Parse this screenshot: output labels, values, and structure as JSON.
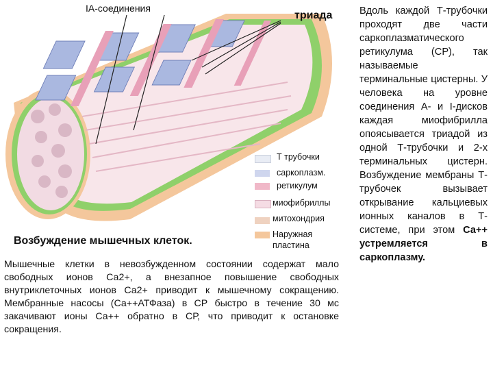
{
  "diagram": {
    "label_ia": "IA-соединения",
    "label_triad": "триада"
  },
  "legend": [
    {
      "text": "Т трубочки",
      "color": "#e9edf5"
    },
    {
      "text": "саркоплазм.",
      "color": "#cfd6ee"
    },
    {
      "text": "ретикулум",
      "color": "#f0b8c8"
    },
    {
      "text": "миофибриллы",
      "color": "#f5dce4"
    },
    {
      "text": "митохондрия",
      "color": "#efd2c0"
    },
    {
      "text": "Наружная",
      "color": "#f4c79c"
    },
    {
      "text": "пластина",
      "color": "#f4c79c"
    }
  ],
  "left": {
    "title": "Возбуждение мышечных клеток.",
    "paragraph": "Мышечные клетки в невозбужденном состоянии содержат мало свободных ионов Са2+, а внезапное повышение свободных внутриклеточных ионов Са2+ приводит к мышечному сокращению. Мембранные насосы (Са++АТФаза) в СР быстро в течение 30 мс закачивают ионы Са++ обратно в СР, что приводит к остановке сокращения."
  },
  "right": {
    "paragraph": "Вдоль каждой Т-трубочки проходят две части саркоплазматического ретикулума (СР), так называемые терминальные цистерны. У человека на уровне соединения А- и I-дисков каждая миофибрилла опоясывается триадой из одной Т-трубочки и 2-х терминальных цистерн. Возбуждение мембраны Т-трубочек вызывает открывание кальциевых ионных каналов в Т-системе, при этом",
    "emphasis": "Са++ устремляется в саркоплазму."
  },
  "colors": {
    "outer_lamina": "#f4c79c",
    "membrane_green": "#8fd06a",
    "reticulum_blue": "#aab8e0",
    "reticulum_pink": "#e8a0b8",
    "myofibril_pink": "#f7dfe6"
  }
}
